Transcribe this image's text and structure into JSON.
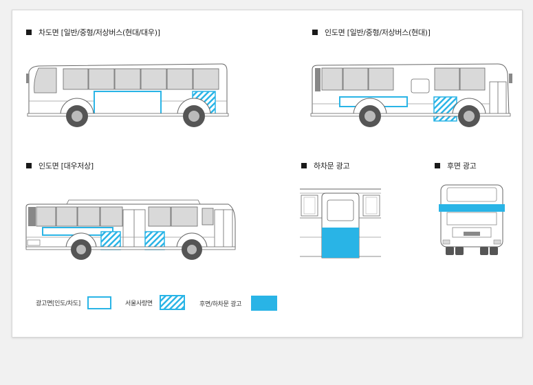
{
  "sections": {
    "driver_side": {
      "title": "차도면 [일반/중형/저상버스(현대/대우)]"
    },
    "door_side_hyundai": {
      "title": "인도면 [일반/중형/저상버스(현대)]"
    },
    "door_side_daewoo": {
      "title": "인도면 [대우저상]"
    },
    "rear_door": {
      "title": "하차문 광고"
    },
    "rear": {
      "title": "후면 광고"
    }
  },
  "legend": {
    "outline_label": "광고면[인도/차도]",
    "hatched_label": "서울사랑면",
    "solid_label": "후면/하차문 광고"
  },
  "colors": {
    "accent": "#29b4e6",
    "body": "#ffffff",
    "outline": "#666666",
    "window": "#d9d9d9",
    "background": "#f1f1f1"
  }
}
